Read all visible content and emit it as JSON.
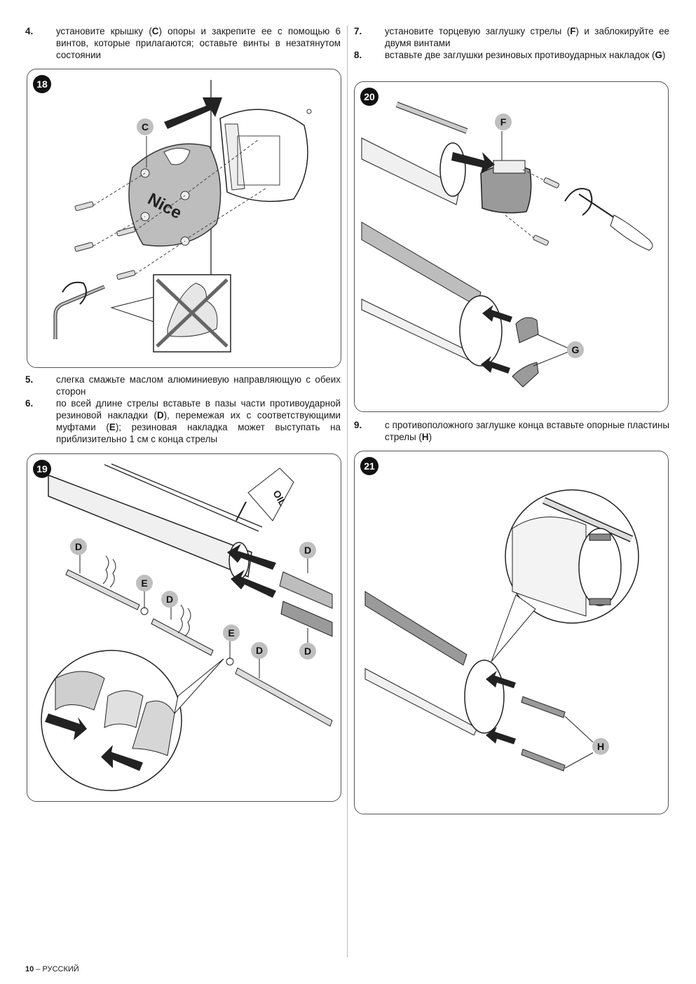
{
  "left_column": {
    "step4": {
      "num": "4.",
      "text_a": "установите крышку (",
      "label": "C",
      "text_b": ") опоры и закрепите ее с помощью 6 винтов, которые прилагаются; оставьте винты в незатянутом состоянии"
    },
    "step5": {
      "num": "5.",
      "text": "слегка смажьте маслом алюминиевую направляющую с обеих сторон"
    },
    "step6": {
      "num": "6.",
      "text_a": "по всей длине стрелы вставьте в пазы части противоударной резиновой накладки (",
      "label_d": "D",
      "text_b": "), перемежая их с соответствующими муфтами (",
      "label_e": "E",
      "text_c": "); резиновая накладка может выступать на приблизительно 1 см с конца стрелы"
    }
  },
  "right_column": {
    "step7": {
      "num": "7.",
      "text_a": "установите торцевую заглушку стрелы (",
      "label": "F",
      "text_b": ") и заблокируйте ее двумя винтами"
    },
    "step8": {
      "num": "8.",
      "text_a": "вставьте две заглушки резиновых противоударных накладок (",
      "label": "G",
      "text_b": ")"
    },
    "step9": {
      "num": "9.",
      "text_a": "с противоположного заглушке конца вставьте опорные пластины стрелы (",
      "label": "H",
      "text_b": ")"
    }
  },
  "figures": {
    "fig18": {
      "number": "18",
      "callout_c": "C",
      "logo_text": "Nice"
    },
    "fig19": {
      "number": "19",
      "callouts": [
        "D",
        "D",
        "D",
        "D",
        "D",
        "E",
        "E"
      ],
      "oil_label": "OIL"
    },
    "fig20": {
      "number": "20",
      "callout_f": "F",
      "callout_g": "G"
    },
    "fig21": {
      "number": "21",
      "callout_h": "H"
    }
  },
  "footer": {
    "page": "10",
    "separator": " – ",
    "language": "РУССКИЙ"
  }
}
